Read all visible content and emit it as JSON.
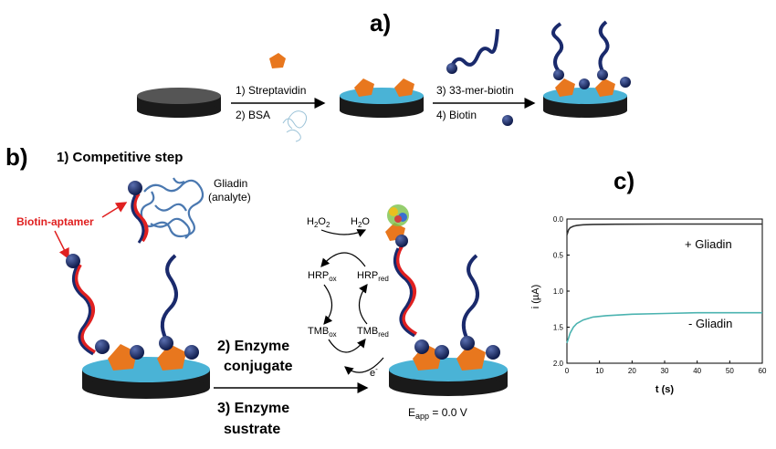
{
  "panel_a": {
    "label": "a)",
    "step1": "1) Streptavidin",
    "step2": "2) BSA",
    "step3": "3) 33-mer-biotin",
    "step4": "4) Biotin"
  },
  "panel_b": {
    "label": "b)",
    "competitive_step": "1) Competitive step",
    "gliadin_line1": "Gliadin",
    "gliadin_line2": "(analyte)",
    "biotin_aptamer": "Biotin-aptamer",
    "enzyme_conjugate_1": "2) Enzyme",
    "enzyme_conjugate_2": "conjugate",
    "enzyme_substrate_1": "3) Enzyme",
    "enzyme_substrate_2": "sustrate",
    "h2o2": "H",
    "h2o2_sub1": "2",
    "h2o2_mid": "O",
    "h2o2_sub2": "2",
    "h2o": "H",
    "h2o_sub": "2",
    "h2o_end": "O",
    "hrp_ox": "HRP",
    "hrp_ox_sub": "ox",
    "hrp_red": "HRP",
    "hrp_red_sub": "red",
    "tmb_ox": "TMB",
    "tmb_ox_sub": "ox",
    "tmb_red": "TMB",
    "tmb_red_sub": "red",
    "electron": "e",
    "electron_sup": "-",
    "eapp": "E",
    "eapp_sub": "app",
    "eapp_value": " = 0.0 V"
  },
  "panel_c": {
    "label": "c)",
    "plus_gliadin": "+ Gliadin",
    "minus_gliadin": "- Gliadin"
  },
  "colors": {
    "orange": "#e8771e",
    "navy": "#1a2a6c",
    "electrode_blue": "#4ab3d6",
    "electrode_dark": "#222222",
    "red": "#e02020",
    "curve_plus": "#333333",
    "curve_minus": "#4bb3b0"
  },
  "chart_data": {
    "type": "line",
    "xlabel": "t (s)",
    "ylabel": "i (µA)",
    "xlim": [
      0,
      60
    ],
    "ylim": [
      0.0,
      2.0
    ],
    "y_inverted": true,
    "x_ticks": [
      "0",
      "10",
      "20",
      "30",
      "40",
      "50",
      "60"
    ],
    "y_ticks": [
      "0.0",
      "0.5",
      "1.0",
      "1.5",
      "2.0"
    ],
    "series": [
      {
        "name": "+ Gliadin",
        "x": [
          0,
          0.5,
          1,
          2,
          3,
          5,
          8,
          15,
          30,
          45,
          60
        ],
        "values": [
          0.22,
          0.15,
          0.12,
          0.1,
          0.09,
          0.08,
          0.075,
          0.072,
          0.07,
          0.07,
          0.07
        ]
      },
      {
        "name": "- Gliadin",
        "x": [
          0,
          1,
          2,
          3,
          5,
          8,
          12,
          20,
          30,
          40,
          50,
          60
        ],
        "values": [
          1.72,
          1.58,
          1.5,
          1.45,
          1.4,
          1.36,
          1.34,
          1.32,
          1.31,
          1.3,
          1.3,
          1.3
        ]
      }
    ]
  }
}
